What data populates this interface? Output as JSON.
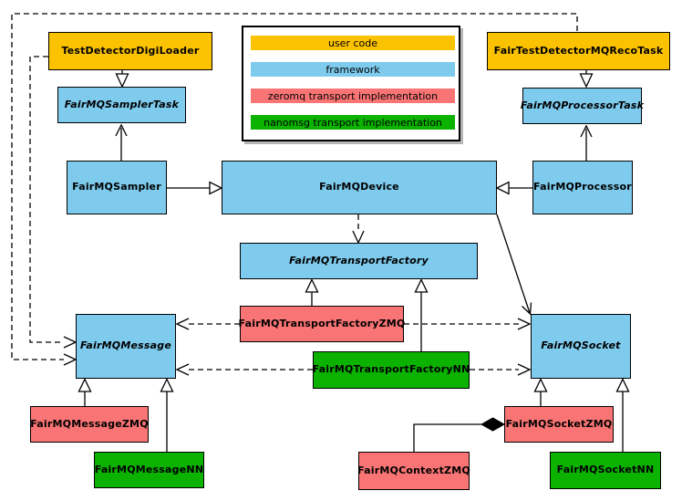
{
  "colors": {
    "user_code": "#FBC200",
    "framework": "#7ECBEE",
    "zeromq": "#F97474",
    "nanomsg": "#0BB200",
    "border": "#000000",
    "edge": "#000000",
    "legend_background": "#FFFFFF"
  },
  "legend": {
    "items": [
      {
        "label": "user code",
        "color": "#FBC200"
      },
      {
        "label": "framework",
        "color": "#7ECBEE"
      },
      {
        "label": "zeromq transport implementation",
        "color": "#F97474"
      },
      {
        "label": "nanomsg transport implementation",
        "color": "#0BB200"
      }
    ]
  },
  "nodes": {
    "testDetectorDigiLoader": {
      "label": "TestDetectorDigiLoader",
      "category": "user_code",
      "abstract": false
    },
    "fairTestDetectorMQRecoTask": {
      "label": "FairTestDetectorMQRecoTask",
      "category": "user_code",
      "abstract": false
    },
    "fairMQSamplerTask": {
      "label": "FairMQSamplerTask",
      "category": "framework",
      "abstract": true
    },
    "fairMQProcessorTask": {
      "label": "FairMQProcessorTask",
      "category": "framework",
      "abstract": true
    },
    "fairMQSampler": {
      "label": "FairMQSampler",
      "category": "framework",
      "abstract": false
    },
    "fairMQDevice": {
      "label": "FairMQDevice",
      "category": "framework",
      "abstract": false
    },
    "fairMQProcessor": {
      "label": "FairMQProcessor",
      "category": "framework",
      "abstract": false
    },
    "fairMQTransportFactory": {
      "label": "FairMQTransportFactory",
      "category": "framework",
      "abstract": true
    },
    "fairMQTransportFactoryZMQ": {
      "label": "FairMQTransportFactoryZMQ",
      "category": "zeromq",
      "abstract": false
    },
    "fairMQTransportFactoryNN": {
      "label": "FairMQTransportFactoryNN",
      "category": "nanomsg",
      "abstract": false
    },
    "fairMQMessage": {
      "label": "FairMQMessage",
      "category": "framework",
      "abstract": true
    },
    "fairMQSocket": {
      "label": "FairMQSocket",
      "category": "framework",
      "abstract": true
    },
    "fairMQMessageZMQ": {
      "label": "FairMQMessageZMQ",
      "category": "zeromq",
      "abstract": false
    },
    "fairMQMessageNN": {
      "label": "FairMQMessageNN",
      "category": "nanomsg",
      "abstract": false
    },
    "fairMQSocketZMQ": {
      "label": "FairMQSocketZMQ",
      "category": "zeromq",
      "abstract": false
    },
    "fairMQSocketNN": {
      "label": "FairMQSocketNN",
      "category": "nanomsg",
      "abstract": false
    },
    "fairMQContextZMQ": {
      "label": "FairMQContextZMQ",
      "category": "zeromq",
      "abstract": false
    }
  }
}
